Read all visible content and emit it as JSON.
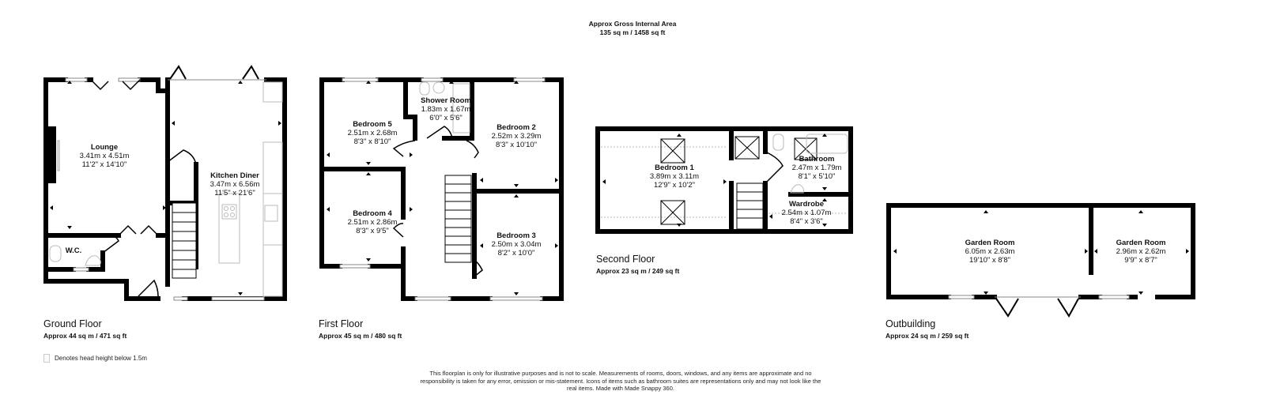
{
  "header": {
    "title": "Approx Gross Internal Area",
    "total_area": "135 sq m / 1458 sq ft"
  },
  "floors": {
    "ground": {
      "title": "Ground Floor",
      "area": "Approx 44 sq m / 471 sq ft",
      "rooms": [
        {
          "name": "Lounge",
          "metric": "3.41m x 4.51m",
          "imperial": "11'2\" x 14'10\""
        },
        {
          "name": "Kitchen Diner",
          "metric": "3.47m x 6.56m",
          "imperial": "11'5\" x 21'6\""
        },
        {
          "name": "W.C."
        }
      ]
    },
    "first": {
      "title": "First Floor",
      "area": "Approx 45 sq m / 480 sq ft",
      "rooms": [
        {
          "name": "Bedroom 5",
          "metric": "2.51m x 2.68m",
          "imperial": "8'3\" x 8'10\""
        },
        {
          "name": "Shower Room",
          "metric": "1.83m x 1.67m",
          "imperial": "6'0\" x 5'6\""
        },
        {
          "name": "Bedroom 2",
          "metric": "2.52m x 3.29m",
          "imperial": "8'3\" x 10'10\""
        },
        {
          "name": "Bedroom 4",
          "metric": "2.51m x 2.86m",
          "imperial": "8'3\" x 9'5\""
        },
        {
          "name": "Bedroom 3",
          "metric": "2.50m x 3.04m",
          "imperial": "8'2\" x 10'0\""
        }
      ]
    },
    "second": {
      "title": "Second Floor",
      "area": "Approx 23 sq m / 249 sq ft",
      "rooms": [
        {
          "name": "Bedroom 1",
          "metric": "3.89m x 3.11m",
          "imperial": "12'9\" x 10'2\""
        },
        {
          "name": "Bathroom",
          "metric": "2.47m x 1.79m",
          "imperial": "8'1\" x 5'10\""
        },
        {
          "name": "Wardrobe",
          "metric": "2.54m x 1.07m",
          "imperial": "8'4\" x 3'6\""
        }
      ]
    },
    "outbuilding": {
      "title": "Outbuilding",
      "area": "Approx 24 sq m / 259 sq ft",
      "rooms": [
        {
          "name": "Garden Room",
          "metric": "6.05m x 2.63m",
          "imperial": "19'10\" x 8'8\""
        },
        {
          "name": "Garden Room",
          "metric": "2.96m x 2.62m",
          "imperial": "9'9\" x 8'7\""
        }
      ]
    }
  },
  "legend": {
    "text": "Denotes head height below 1.5m"
  },
  "disclaimer": "This floorplan is only for illustrative purposes and is not to scale. Measurements of rooms, doors, windows, and any items are approximate and no responsibility is taken for any error, omission or mis-statement. Icons of items such as bathroom suites are representations only and may not look like the real items. Made with Made Snappy 360.",
  "colors": {
    "wall": "#000000",
    "background": "#ffffff",
    "fixture": "#bbbbbb"
  }
}
